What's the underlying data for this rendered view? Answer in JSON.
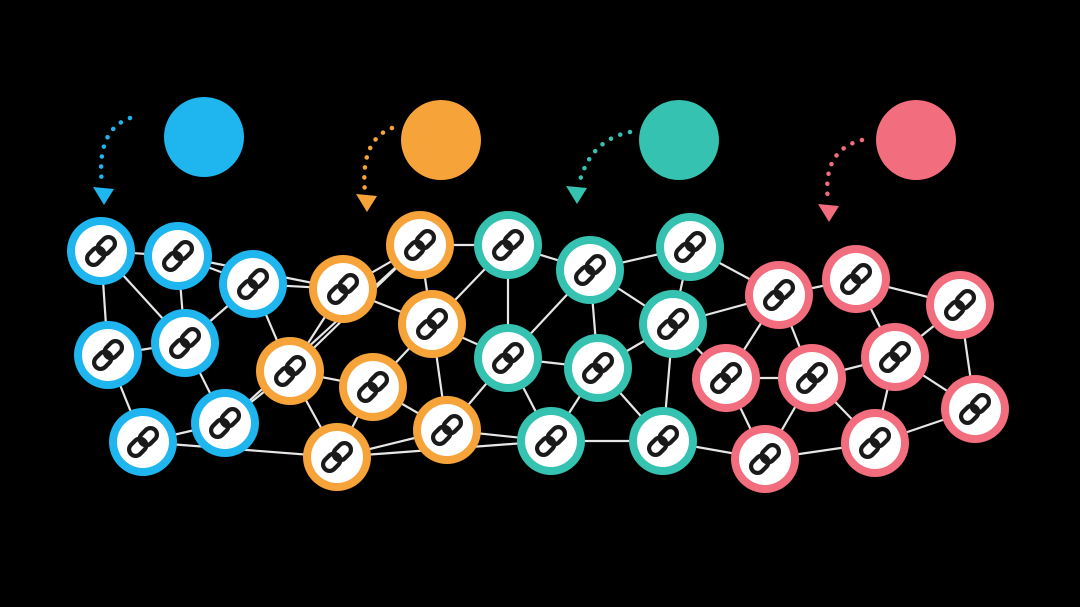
{
  "background": "#000000",
  "edge_color": "#e6e6e6",
  "node_fill": "#ffffff",
  "icon": "link-chain-icon",
  "clusters": [
    {
      "id": "blue",
      "color": "#1fb5ee"
    },
    {
      "id": "orange",
      "color": "#f6a33a"
    },
    {
      "id": "teal",
      "color": "#36c2b0"
    },
    {
      "id": "pink",
      "color": "#f26d7d"
    }
  ]
}
